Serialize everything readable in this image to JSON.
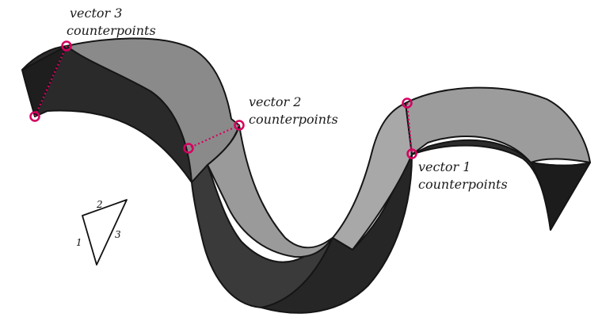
{
  "colors": {
    "marker": "#d6005f",
    "ink": "#1a1a1a"
  },
  "annotations": [
    {
      "id": "v3",
      "line1": "vector 3",
      "line2": "counterpoints"
    },
    {
      "id": "v2",
      "line1": "vector 2",
      "line2": "counterpoints"
    },
    {
      "id": "v1",
      "line1": "vector 1",
      "line2": "counterpoints"
    }
  ],
  "triangle_sketch": {
    "side_a": "1",
    "side_b": "2",
    "side_c": "3"
  }
}
